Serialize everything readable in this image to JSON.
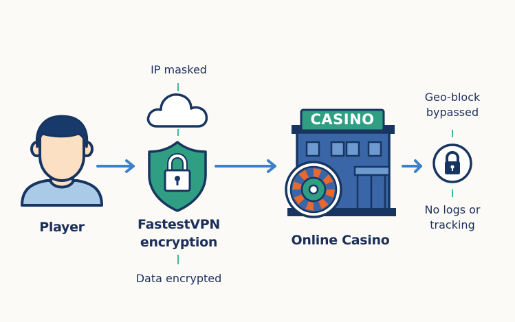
{
  "diagram": {
    "nodes": {
      "player": {
        "label": "Player",
        "icon": "person-icon"
      },
      "vpn": {
        "label_line1": "FastestVPN",
        "label_line2": "encryption",
        "icon": "shield-lock-icon",
        "top_note": "IP masked",
        "top_icon": "cloud-icon",
        "bottom_note": "Data encrypted"
      },
      "casino": {
        "label": "Online Casino",
        "sign_text": "CASINO",
        "icon": "casino-building-icon",
        "wheel_icon": "roulette-wheel-icon"
      },
      "privacy": {
        "icon": "lock-circle-icon",
        "top_note_line1": "Geo-block",
        "top_note_line2": "bypassed",
        "bottom_note_line1": "No logs or",
        "bottom_note_line2": "tracking"
      }
    },
    "flow": [
      "player",
      "vpn",
      "casino",
      "privacy"
    ],
    "colors": {
      "navy": "#1b3a6b",
      "teal": "#2f9e82",
      "arrow_blue": "#3b82c8",
      "building_blue": "#3a66a8",
      "window_blue": "#6f9ad0",
      "skin": "#fbe0c4",
      "shirt": "#a9cbe8",
      "orange": "#e8682e",
      "connector_teal": "#3bb99a",
      "background": "#fbfaf6"
    }
  }
}
